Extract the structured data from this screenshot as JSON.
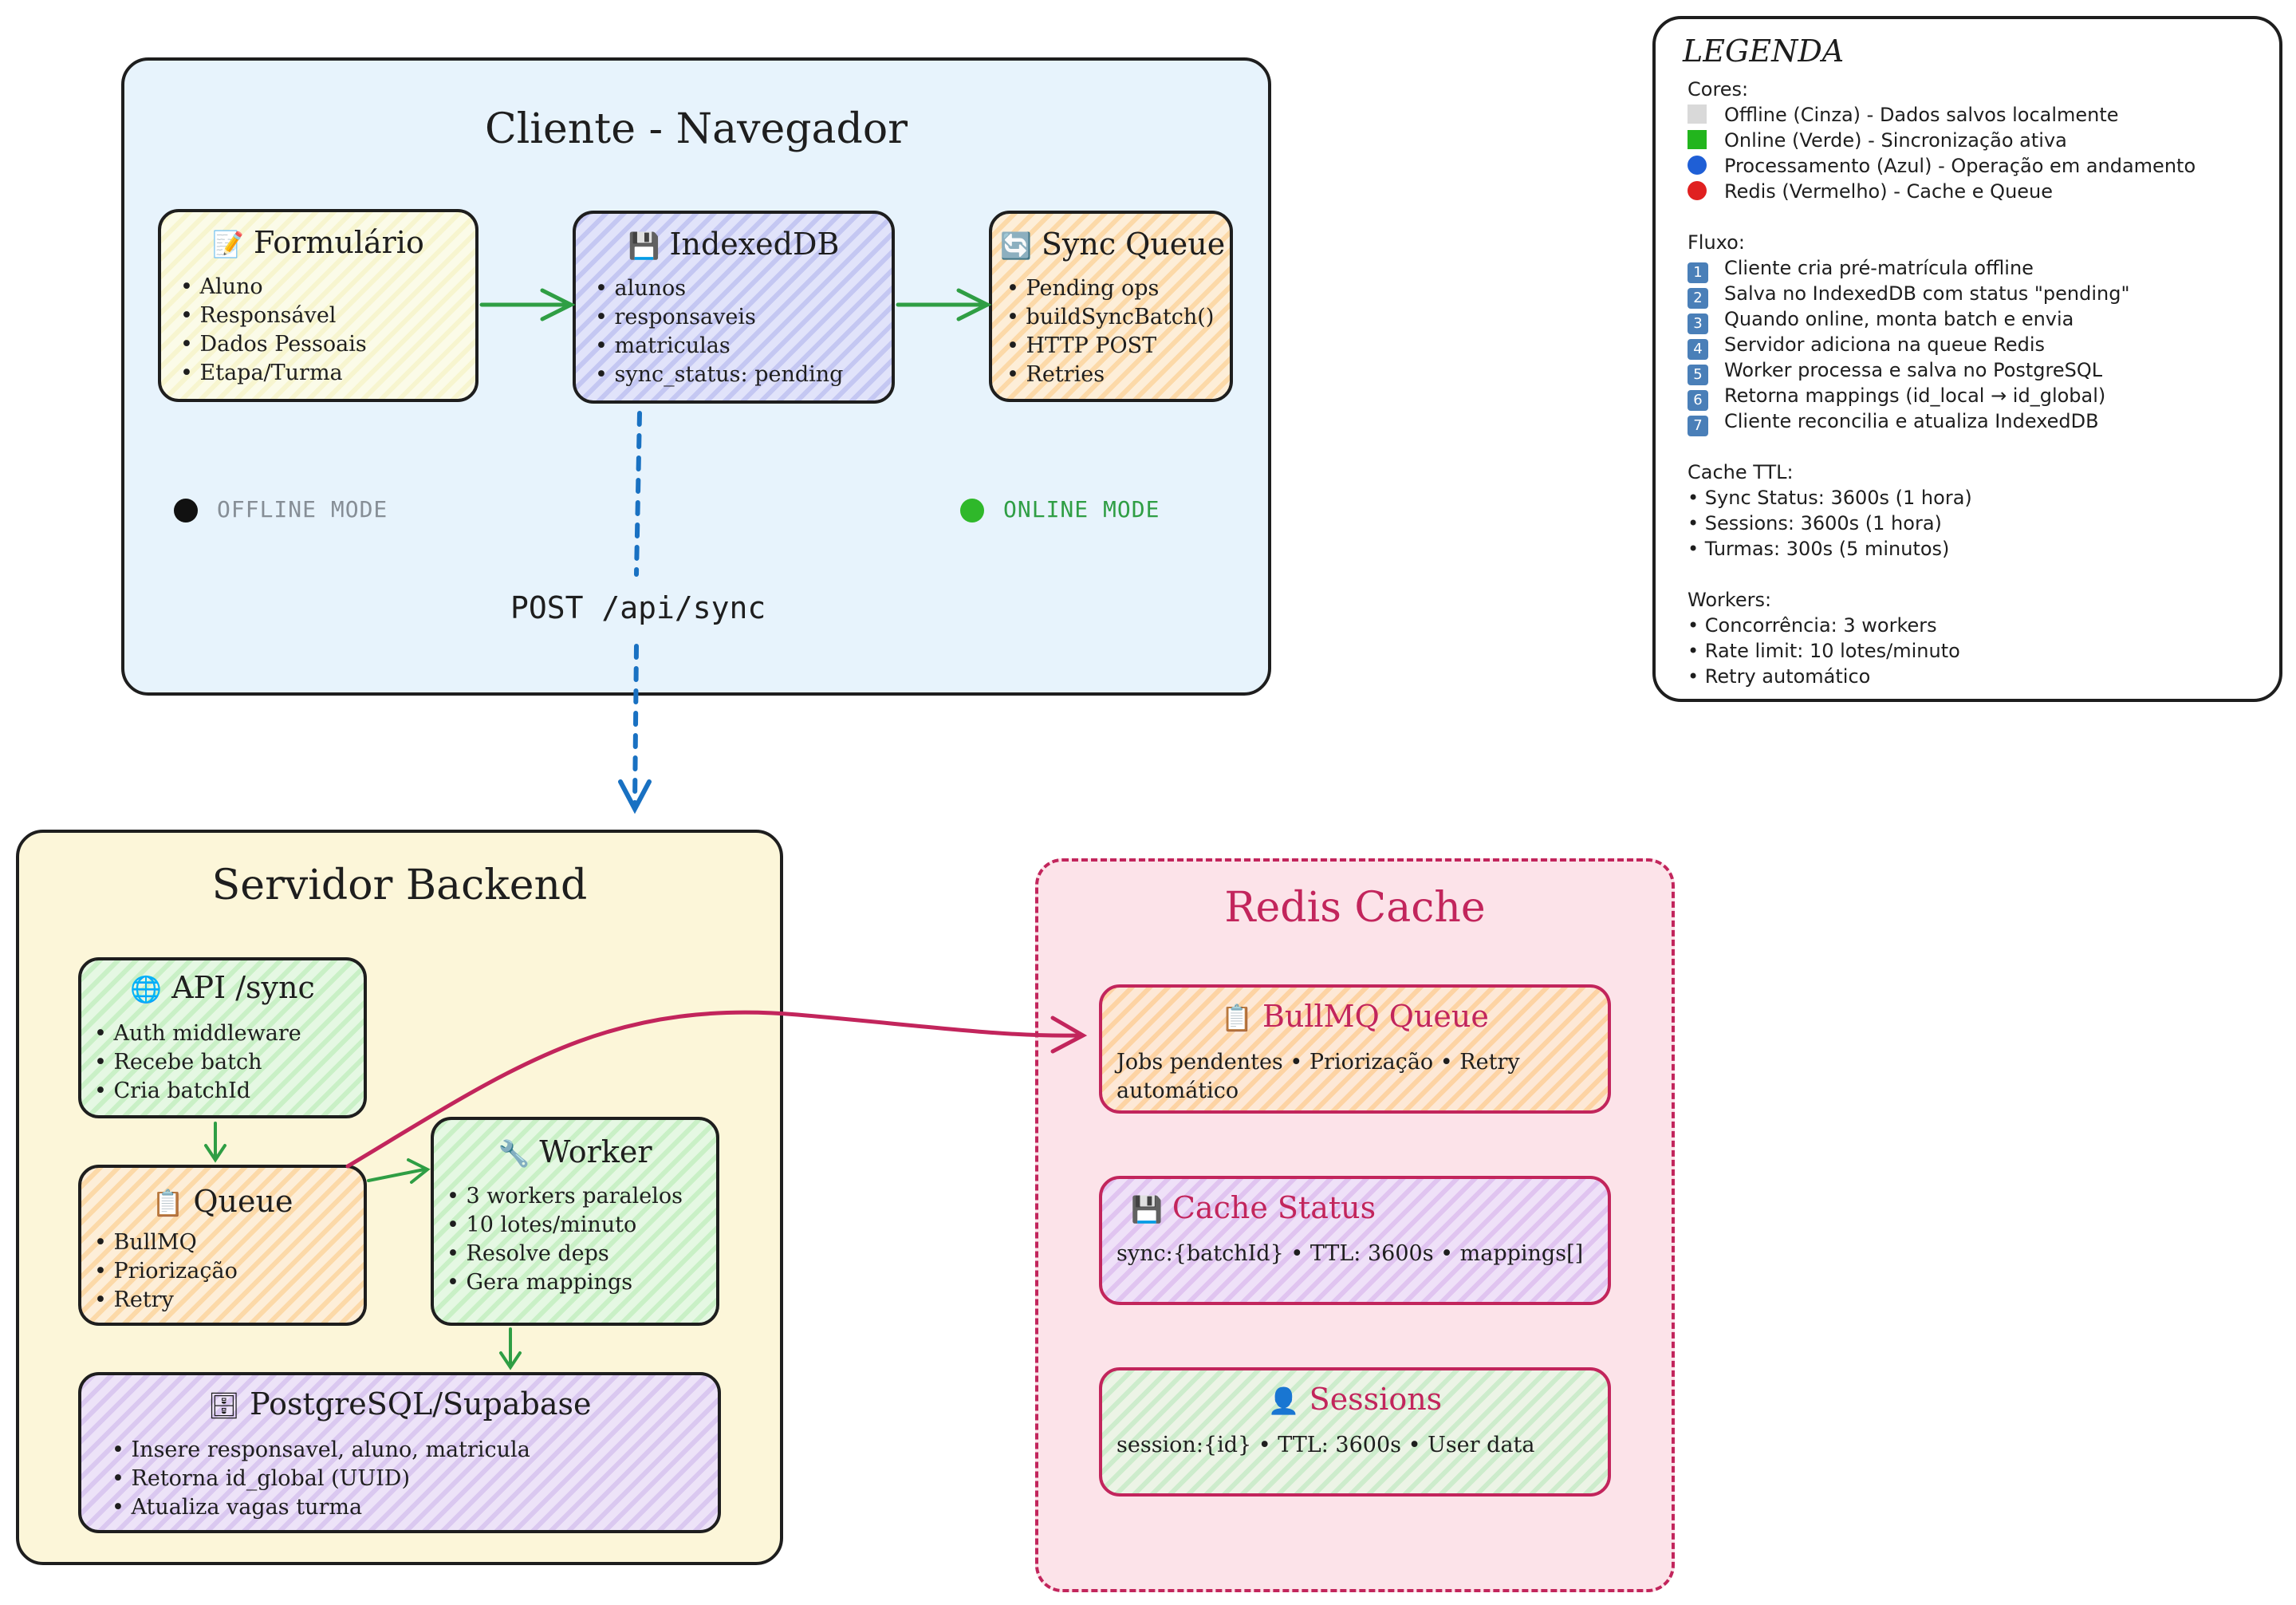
{
  "client": {
    "title": "Cliente - Navegador",
    "formulario": {
      "icon": "📝",
      "title": "Formulário",
      "items": [
        "Aluno",
        "Responsável",
        "Dados Pessoais",
        "Etapa/Turma"
      ]
    },
    "indexeddb": {
      "icon": "💾",
      "title": "IndexedDB",
      "items": [
        "alunos",
        "responsaveis",
        "matriculas",
        "sync_status: pending"
      ]
    },
    "syncqueue": {
      "icon": "🔄",
      "title": "Sync Queue",
      "items": [
        "Pending ops",
        "buildSyncBatch()",
        "HTTP POST",
        "Retries"
      ]
    },
    "offline_mode": "OFFLINE MODE",
    "online_mode": "ONLINE MODE"
  },
  "edge": {
    "post_label": "POST /api/sync"
  },
  "server": {
    "title": "Servidor Backend",
    "api": {
      "icon": "🌐",
      "title": "API /sync",
      "items": [
        "Auth middleware",
        "Recebe batch",
        "Cria batchId"
      ]
    },
    "queue": {
      "icon": "📋",
      "title": "Queue",
      "items": [
        "BullMQ",
        "Priorização",
        "Retry"
      ]
    },
    "worker": {
      "icon": "🔧",
      "title": "Worker",
      "items": [
        "3 workers paralelos",
        "10 lotes/minuto",
        "Resolve deps",
        "Gera mappings"
      ]
    },
    "postgres": {
      "icon": "🗄",
      "title": "PostgreSQL/Supabase",
      "items": [
        "Insere responsavel, aluno, matricula",
        "Retorna id_global (UUID)",
        "Atualiza vagas turma"
      ]
    }
  },
  "redis": {
    "title": "Redis Cache",
    "bullmq": {
      "icon": "📋",
      "title": "BullMQ Queue",
      "text": "Jobs pendentes • Priorização • Retry automático"
    },
    "cache_status": {
      "icon": "💾",
      "title": "Cache Status",
      "text": "sync:{batchId} • TTL: 3600s • mappings[]"
    },
    "sessions": {
      "icon": "👤",
      "title": "Sessions",
      "text": "session:{id} • TTL: 3600s • User data"
    }
  },
  "legend": {
    "title": "LEGENDA",
    "cores_header": "Cores:",
    "cores": [
      {
        "color": "#d9d9d9",
        "shape": "square",
        "text": "Offline (Cinza) - Dados salvos localmente"
      },
      {
        "color": "#22b51d",
        "shape": "square",
        "text": "Online (Verde) - Sincronização ativa"
      },
      {
        "color": "#1f5fd6",
        "shape": "circle",
        "text": "Processamento (Azul) - Operação em andamento"
      },
      {
        "color": "#e02020",
        "shape": "circle",
        "text": "Redis (Vermelho) - Cache e Queue"
      }
    ],
    "fluxo_header": "Fluxo:",
    "fluxo": [
      {
        "n": "1",
        "text": "Cliente cria pré-matrícula offline"
      },
      {
        "n": "2",
        "text": "Salva no IndexedDB com status \"pending\""
      },
      {
        "n": "3",
        "text": "Quando online, monta batch e envia"
      },
      {
        "n": "4",
        "text": "Servidor adiciona na queue Redis"
      },
      {
        "n": "5",
        "text": "Worker processa e salva no PostgreSQL"
      },
      {
        "n": "6",
        "text": "Retorna mappings (id_local → id_global)"
      },
      {
        "n": "7",
        "text": "Cliente reconcilia e atualiza IndexedDB"
      }
    ],
    "ttl_header": "Cache TTL:",
    "ttl": [
      "Sync Status: 3600s (1 hora)",
      "Sessions: 3600s (1 hora)",
      "Turmas: 300s (5 minutos)"
    ],
    "workers_header": "Workers:",
    "workers": [
      "Concorrência: 3 workers",
      "Rate limit: 10 lotes/minuto",
      "Retry automático"
    ]
  }
}
